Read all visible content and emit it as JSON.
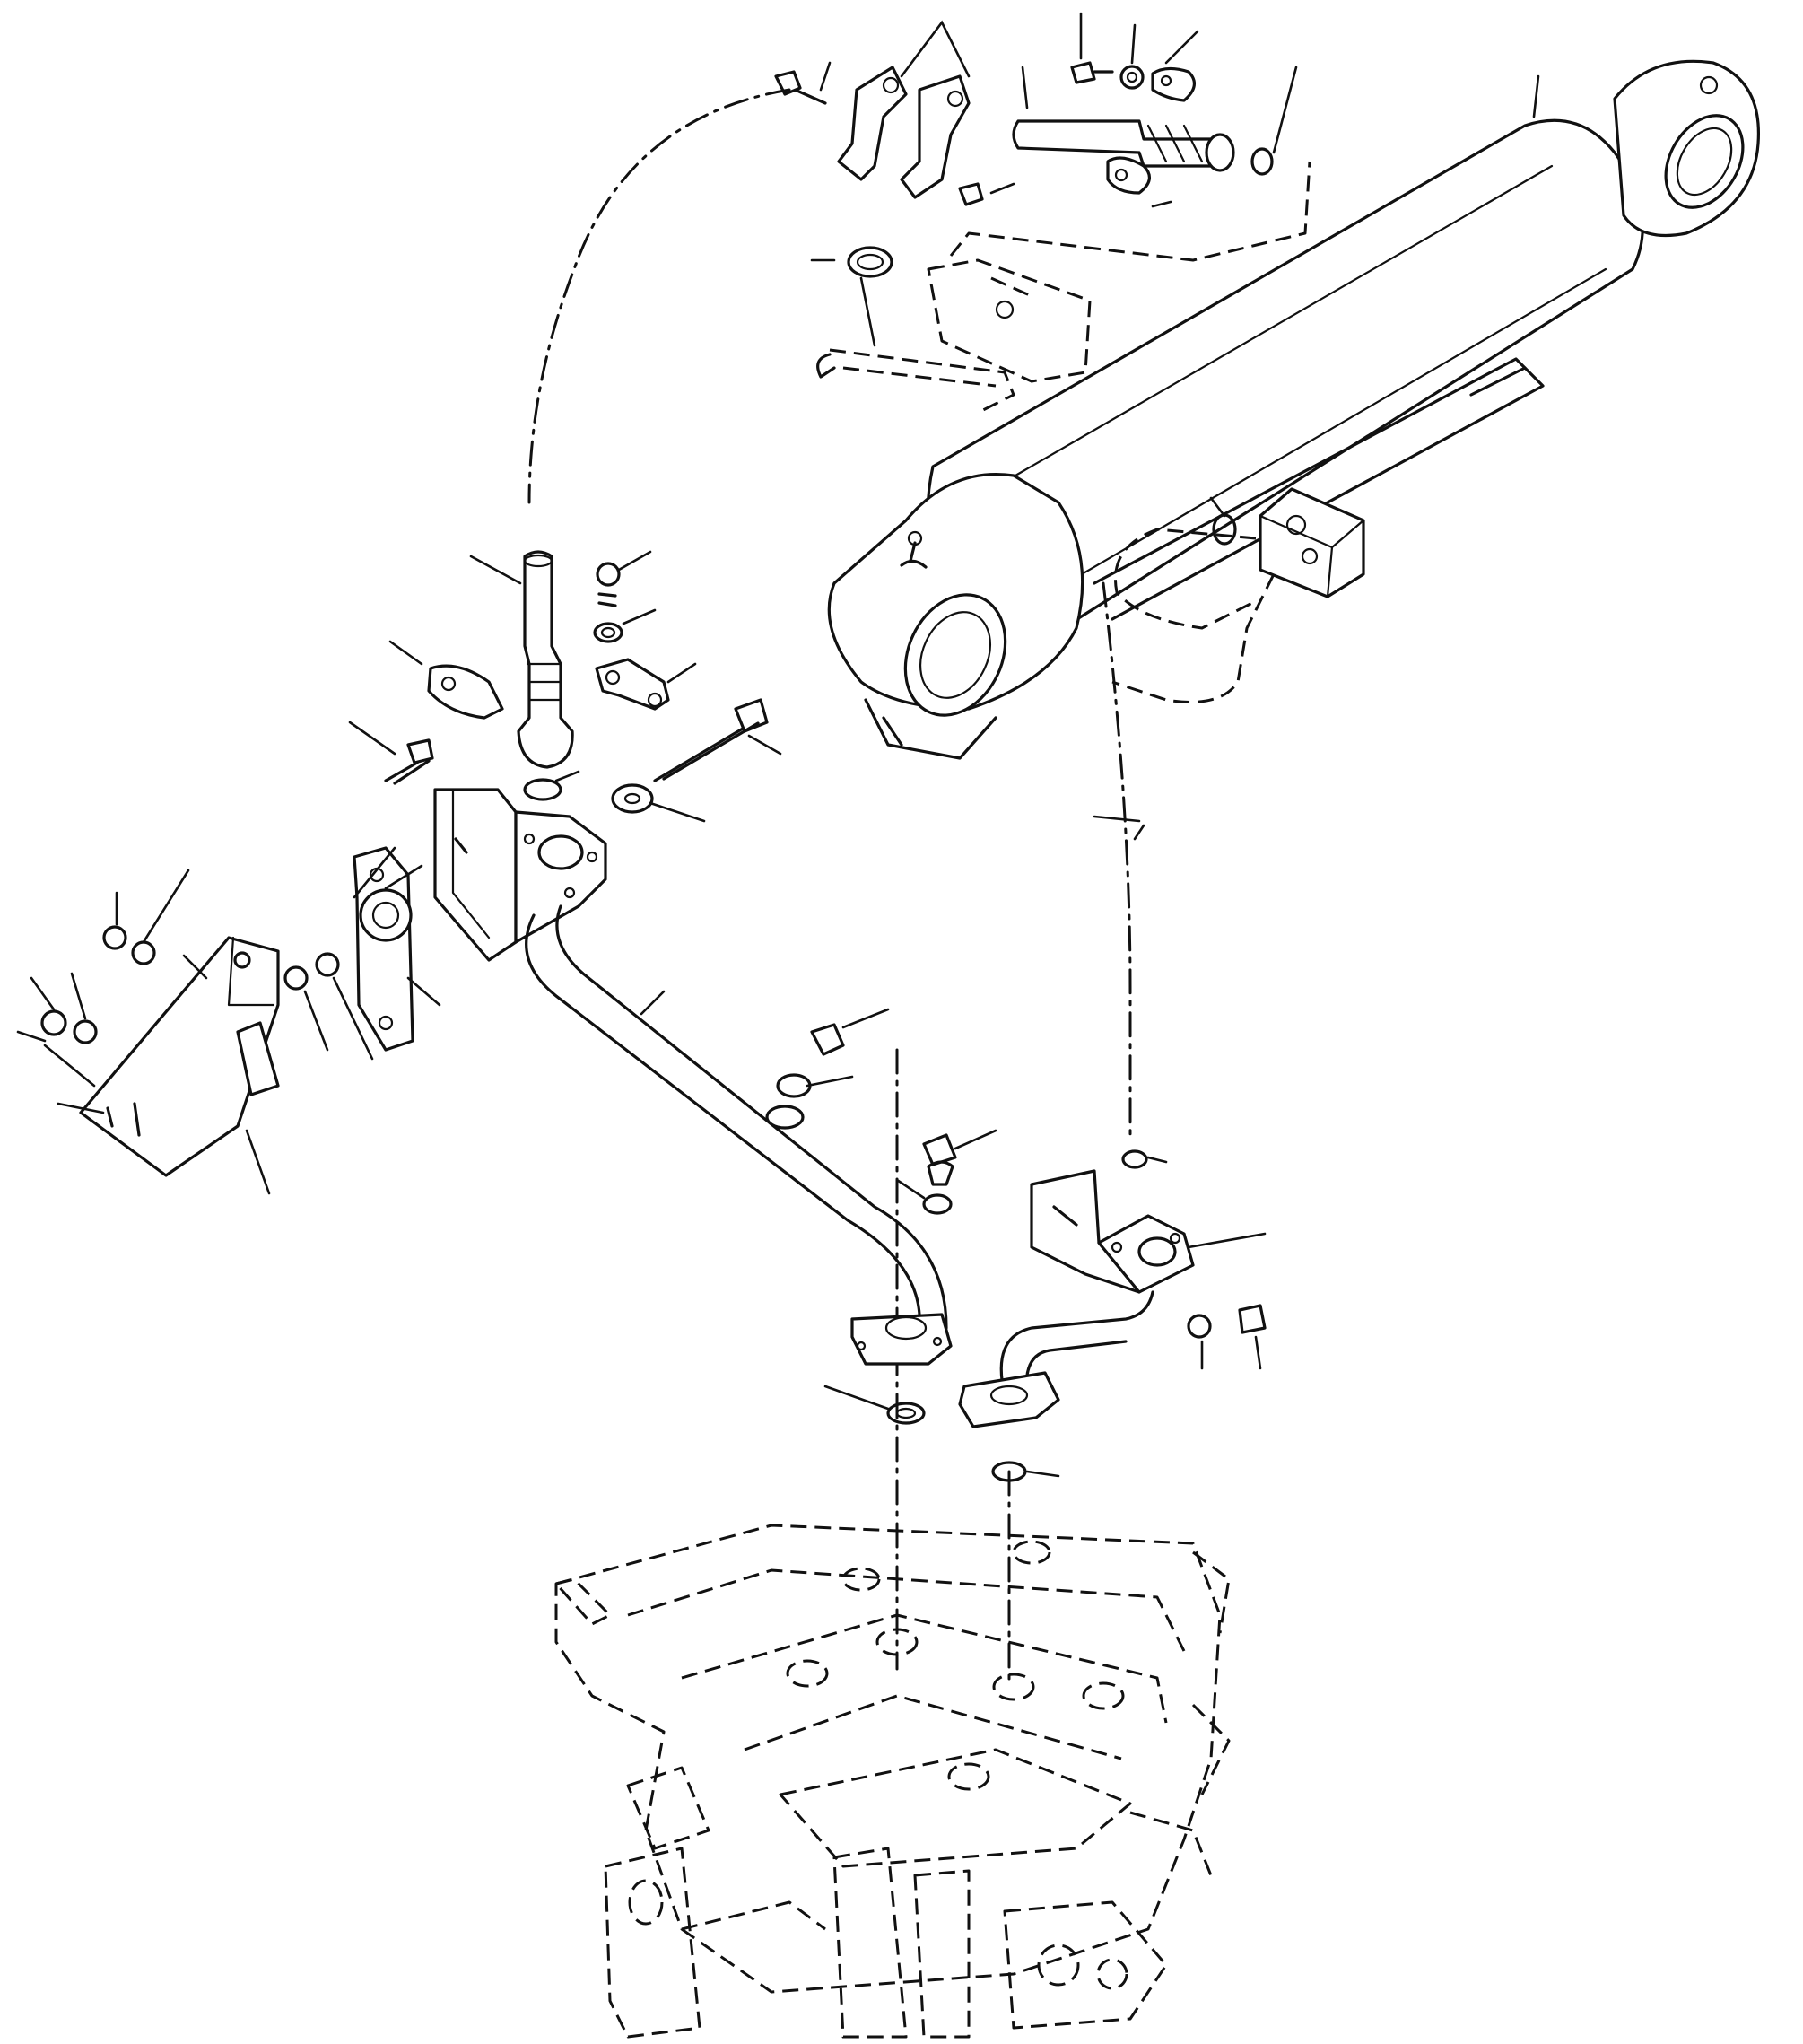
{
  "diagram": {
    "type": "exploded-parts-view",
    "labels": [],
    "parts": [
      "hydraulic-cylinder",
      "cylinder-end-block",
      "upper-pipe-fitting",
      "tube-clamp",
      "vertical-pipe",
      "support-bracket",
      "lower-pipe",
      "second-bracket",
      "short-pipe",
      "control-valve"
    ]
  }
}
